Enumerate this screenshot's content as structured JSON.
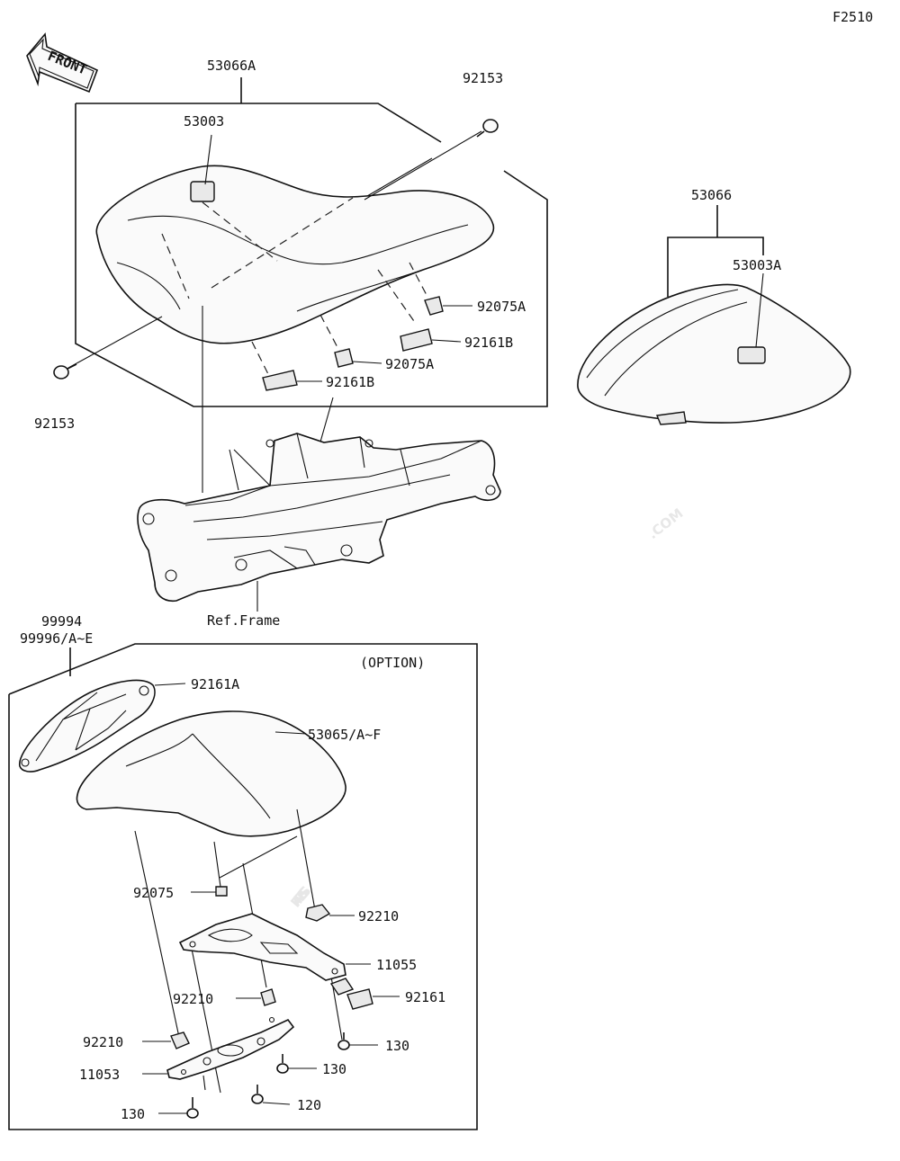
{
  "diagram_code": "F2510",
  "front_label": "FRONT",
  "watermark": {
    "brand": "PARTSSS",
    "suffix": ".COM"
  },
  "labels": {
    "seat_assy": "53066A",
    "seat_screw_top": "92153",
    "seat_cover": "53003",
    "seat_damper_a1": "92075A",
    "seat_hook_b1": "92161B",
    "seat_damper_a2": "92075A",
    "seat_hook_b2": "92161B",
    "seat_screw_left": "92153",
    "rear_seat_assy": "53066",
    "rear_seat_cover": "53003A",
    "ref_frame": "Ref.Frame",
    "option_kit_1": "99994",
    "option_kit_2": "99996/A~E",
    "option_title": "(OPTION)",
    "cowl_hook_a": "92161A",
    "seat_cowl": "53065/A~F",
    "cowl_damper": "92075",
    "cowl_collar_r": "92210",
    "cowl_bracket": "11055",
    "cowl_hook": "92161",
    "cowl_collar_m": "92210",
    "cowl_bolt_r": "130",
    "cowl_collar_l": "92210",
    "cowl_bolt_m": "130",
    "cowl_base_plate": "11053",
    "cowl_screw": "120",
    "cowl_bolt_l": "130"
  }
}
